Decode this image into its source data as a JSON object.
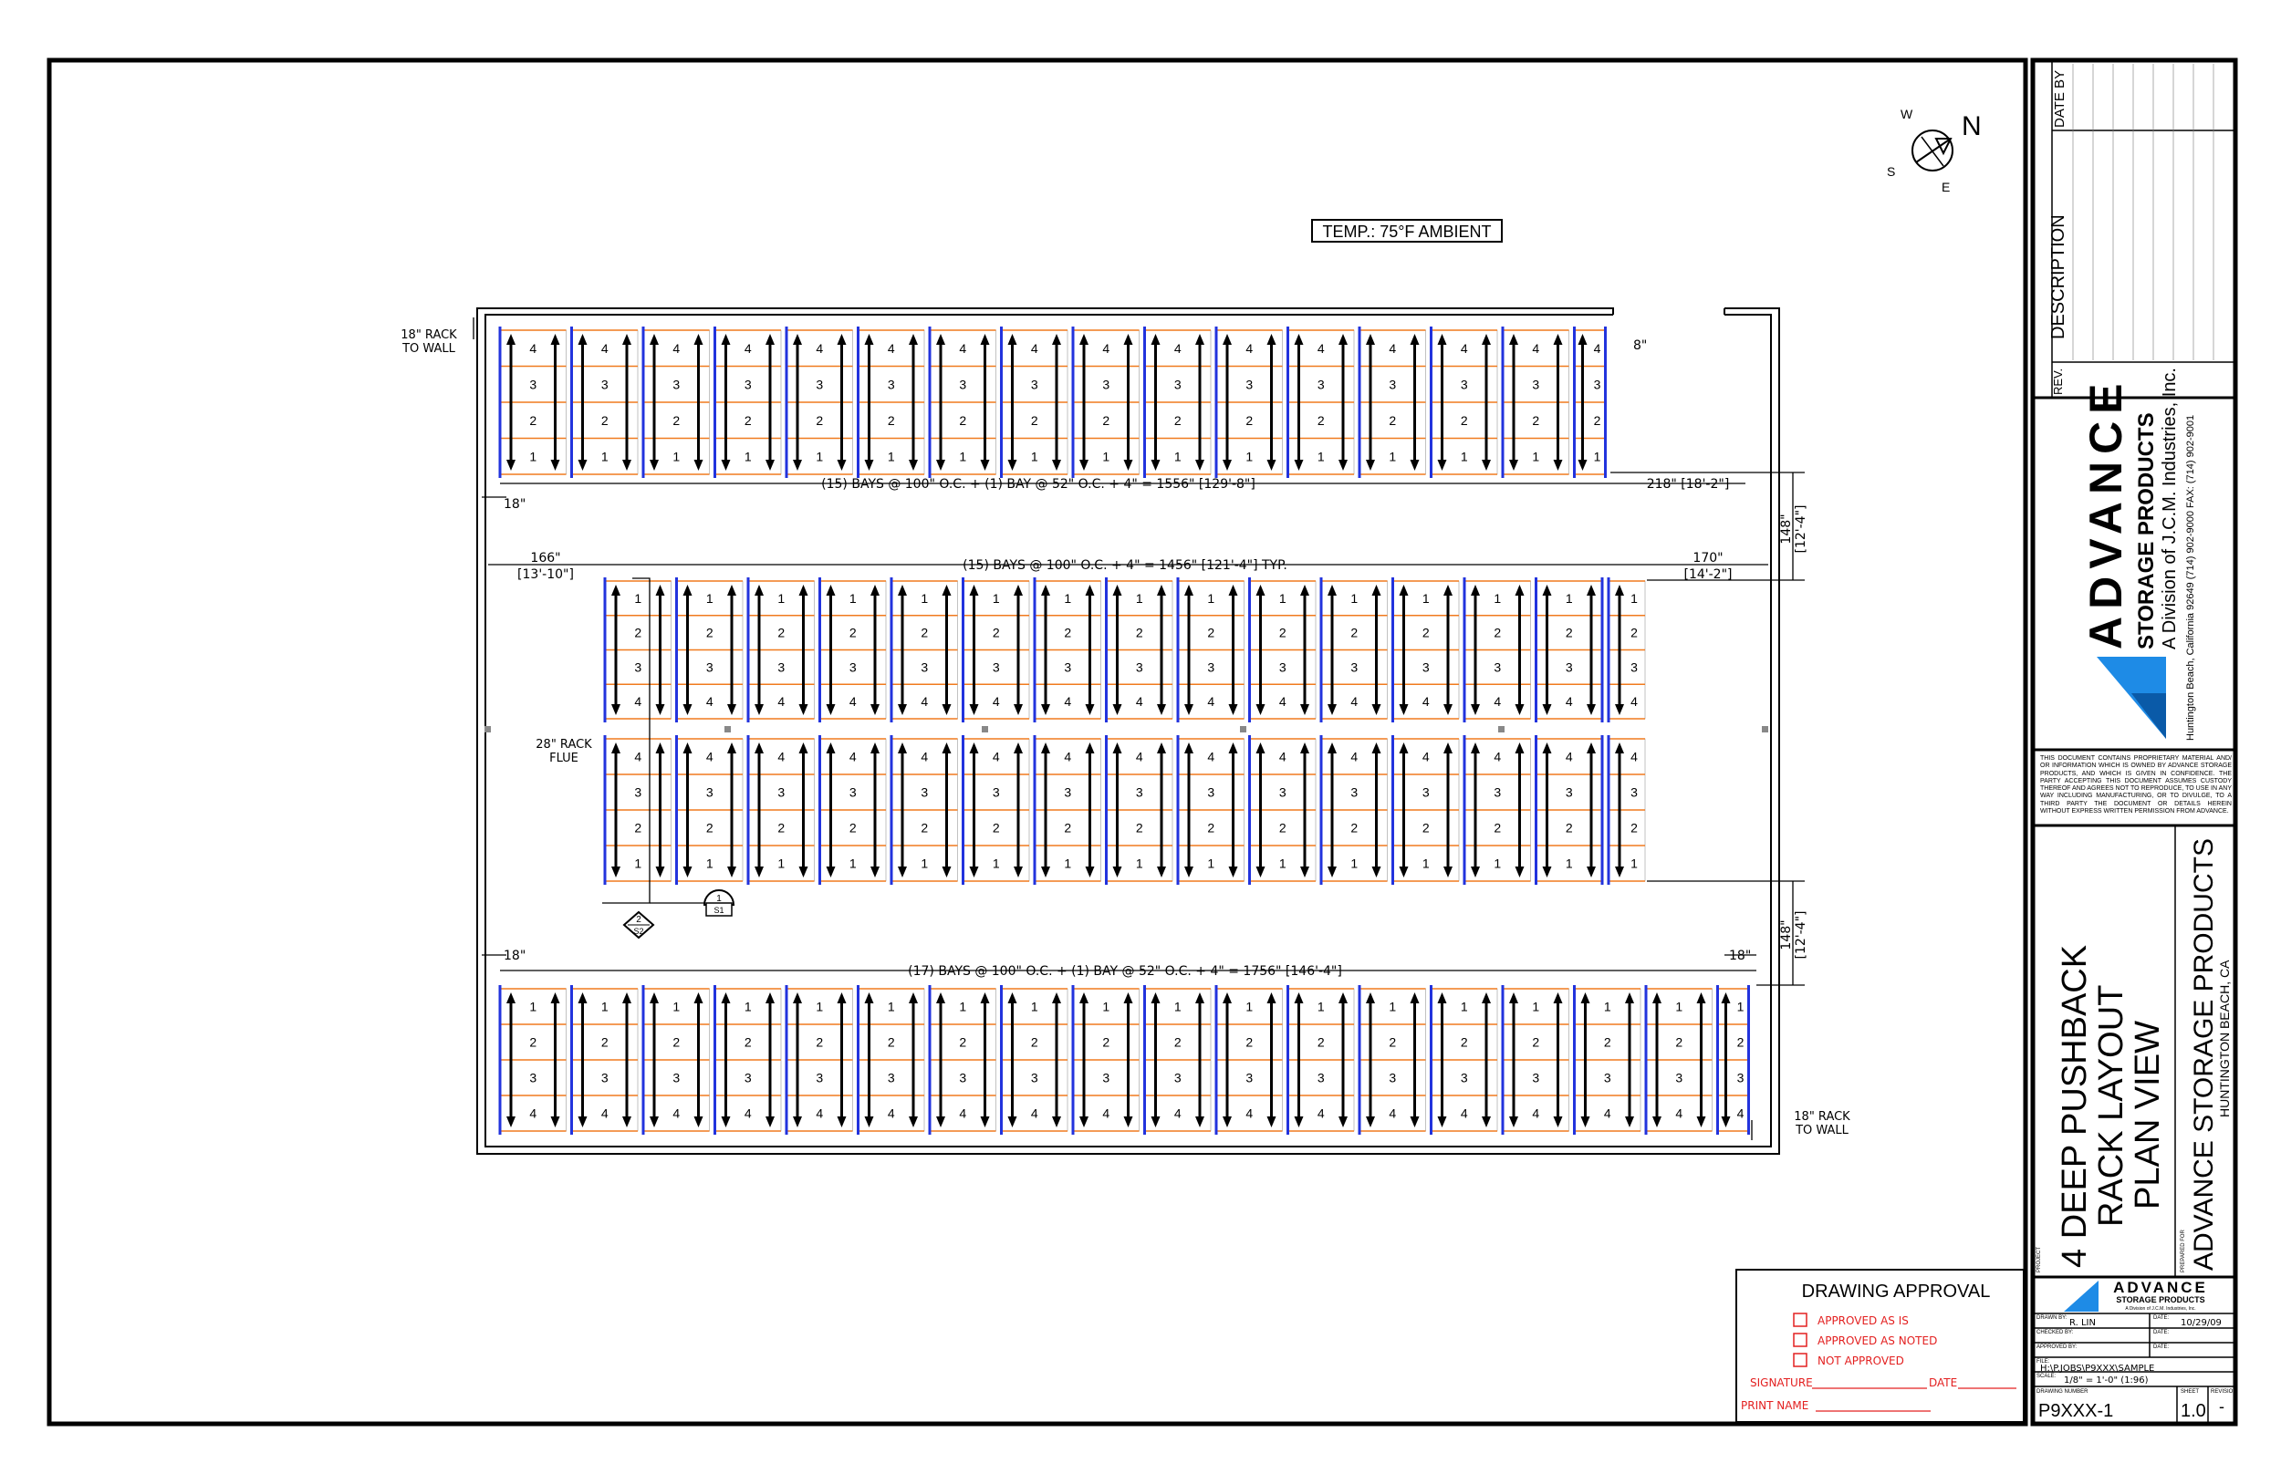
{
  "compass": {
    "north": "N",
    "west": "W",
    "south": "S",
    "east": "E"
  },
  "temp_label": "TEMP.: 75°F AMBIENT",
  "notes": {
    "rack_to_wall_top": [
      "18\" RACK",
      "TO WALL"
    ],
    "rack_to_wall_bottom": [
      "18\" RACK",
      "TO WALL"
    ],
    "rack_flue": [
      "28\" RACK",
      "FLUE"
    ],
    "top_right_gap": "8\"",
    "top_left_offset": "18\"",
    "bottom_left_offset": "18\"",
    "bottom_right_offset": "18\""
  },
  "dimensions": {
    "row1": "(15) BAYS @ 100\" O.C. + (1) BAY @ 52\" O.C. + 4\" = 1556\" [129'-8\"]",
    "row1_right": "218\" [18'-2\"]",
    "row2": "(15) BAYS @ 100\" O.C. + 4\" = 1456\" [121'-4\"] TYP.",
    "row2_left": [
      "166\"",
      "[13'-10\"]"
    ],
    "row2_right": [
      "170\"",
      "[14'-2\"]"
    ],
    "aisle_top": [
      "148\"",
      "[12'-4\"]"
    ],
    "aisle_bottom": [
      "148\"",
      "[12'-4\"]"
    ],
    "row3": "(17) BAYS @ 100\" O.C. + (1) BAY @ 52\" O.C. + 4\" = 1756\" [146'-4\"]"
  },
  "section_markers": [
    {
      "top": "2",
      "bottom": "S2"
    },
    {
      "top": "1",
      "bottom": "S1"
    }
  ],
  "racks": {
    "row1_levels": [
      "4",
      "3",
      "2",
      "1"
    ],
    "row2_upper_levels": [
      "1",
      "2",
      "3",
      "4"
    ],
    "row2_lower_levels": [
      "4",
      "3",
      "2",
      "1"
    ],
    "row3_levels": [
      "1",
      "2",
      "3",
      "4"
    ]
  },
  "colors": {
    "upright": "#2233dd",
    "beam": "#f07a1e",
    "line": "#000000",
    "approval_red": "#e32020"
  },
  "approval": {
    "title": "DRAWING APPROVAL",
    "options": [
      "APPROVED AS IS",
      "APPROVED AS NOTED",
      "NOT APPROVED"
    ],
    "signature": "SIGNATURE",
    "date": "DATE",
    "print_name": "PRINT NAME"
  },
  "revision_table": {
    "rev": "REV.",
    "description": "DESCRIPTION",
    "date_by": "DATE BY"
  },
  "company": {
    "logo_word": "ADVANCE",
    "logo_sub": "STORAGE PRODUCTS",
    "division": "A Division of J.C.M. Industries, Inc.",
    "address": "Huntington Beach, California 92649 (714) 902-9000   FAX: (714) 902-9001"
  },
  "disclaimer": "THIS DOCUMENT CONTAINS PROPRIETARY MATERIAL AND/ OR INFORMATION WHICH IS OWNED BY ADVANCE STORAGE PRODUCTS, AND WHICH IS GIVEN IN CONFIDENCE. THE PARTY ACCEPTING THIS DOCUMENT ASSUMES CUSTODY THEREOF AND AGREES NOT TO REPRODUCE, TO USE IN ANY WAY INCLUDING MANUFACTURING, OR TO DIVULGE, TO A THIRD PARTY THE DOCUMENT OR DETAILS HEREIN WITHOUT EXPRESS WRITTEN PERMISSION FROM ADVANCE.",
  "project": {
    "label": "PROJECT",
    "title_lines": [
      "4 DEEP PUSHBACK",
      "RACK LAYOUT",
      "PLAN VIEW"
    ],
    "prepared_label": "PREPARED FOR",
    "client": "ADVANCE STORAGE PRODUCTS",
    "location": "HUNTINGTON BEACH, CA"
  },
  "title_block": {
    "drawn_by_label": "DRAWN BY:",
    "drawn_by": "R. LIN",
    "date_label": "DATE:",
    "date": "10/29/09",
    "checked_by_label": "CHECKED BY:",
    "approved_by_label": "APPROVED BY:",
    "file_label": "FILE:",
    "file": "H:\\P.JOBS\\P9XXX\\SAMPLE",
    "scale_label": "SCALE:",
    "scale": "1/8\" = 1'-0\" (1:96)",
    "drawing_number_label": "DRAWING NUMBER",
    "drawing_number": "P9XXX-1",
    "sheet_label": "SHEET",
    "sheet": "1.0",
    "revision_label": "REVISION",
    "revision": "-"
  }
}
